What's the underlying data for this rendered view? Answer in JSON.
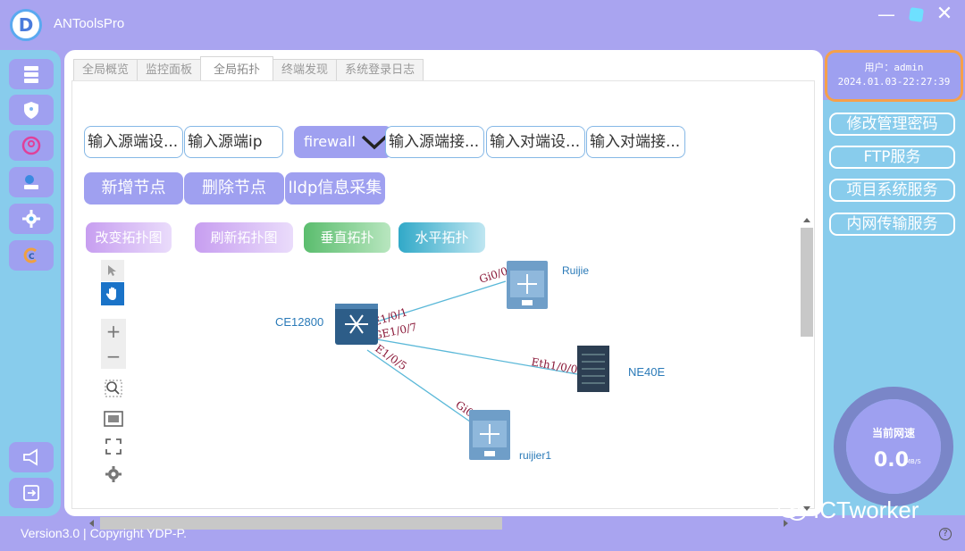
{
  "app": {
    "title": "ANToolsPro",
    "logo_letter": "D"
  },
  "window": {
    "minimize": "—",
    "close": "✕"
  },
  "sidebar": {
    "items": [
      {
        "icon": "server-icon"
      },
      {
        "icon": "shield-icon"
      },
      {
        "icon": "user-circle-icon"
      },
      {
        "icon": "network-icon"
      },
      {
        "icon": "gear-icon"
      },
      {
        "icon": "c-logo-icon"
      }
    ],
    "bottom": [
      {
        "icon": "megaphone-icon"
      },
      {
        "icon": "logout-icon"
      }
    ]
  },
  "tabs": [
    "全局概览",
    "监控面板",
    "全局拓扑",
    "终端发现",
    "系统登录日志"
  ],
  "active_tab": "全局拓扑",
  "inputs": [
    {
      "placeholder": "输入源端设..."
    },
    {
      "placeholder": "输入源端ip"
    },
    {
      "placeholder": "输入源端接..."
    },
    {
      "placeholder": "输入对端设..."
    },
    {
      "placeholder": "输入对端接..."
    }
  ],
  "device_type_select": {
    "value": "firewall"
  },
  "actions": {
    "add_node": "新增节点",
    "delete_node": "删除节点",
    "lldp": "lldp信息采集"
  },
  "topo_buttons": {
    "change": "改变拓扑图",
    "refresh": "刷新拓扑图",
    "vertical": "垂直拓扑",
    "horizontal": "水平拓扑"
  },
  "toolbar": {
    "zoom_in": "+",
    "zoom_out": "−"
  },
  "topology": {
    "nodes": [
      {
        "id": "CE12800",
        "label": "CE12800",
        "kind": "core-switch"
      },
      {
        "id": "Ruijie",
        "label": "Ruijie",
        "kind": "switch"
      },
      {
        "id": "NE40E",
        "label": "NE40E",
        "kind": "router"
      },
      {
        "id": "ruijier1",
        "label": "ruijier1",
        "kind": "switch"
      }
    ],
    "links": [
      {
        "src_port": "E1/0/1",
        "dst_port": "Gi0/0"
      },
      {
        "src_port": "GE1/0/7",
        "dst_port": "Eth1/0/0"
      },
      {
        "src_port": "E1/0/5",
        "dst_port": "Gi0/"
      }
    ]
  },
  "user": {
    "line1": "用户：admin",
    "line2": "2024.01.03-22:27:39"
  },
  "right_menu": [
    "修改管理密码",
    "FTP服务",
    "项目系统服务",
    "内网传输服务"
  ],
  "speed": {
    "label": "当前网速",
    "value": "0.0",
    "unit": "MB/S"
  },
  "footer": {
    "version": "Version3.0 | Copyright YDP-P."
  },
  "watermark": {
    "text": "ICTworker"
  },
  "help": "?",
  "colors": {
    "accent": "#9fa0f0",
    "sidebar": "#88ccec",
    "link": "#5ab8d8",
    "port_label": "#8a1838",
    "node_label": "#2a7ab8"
  }
}
